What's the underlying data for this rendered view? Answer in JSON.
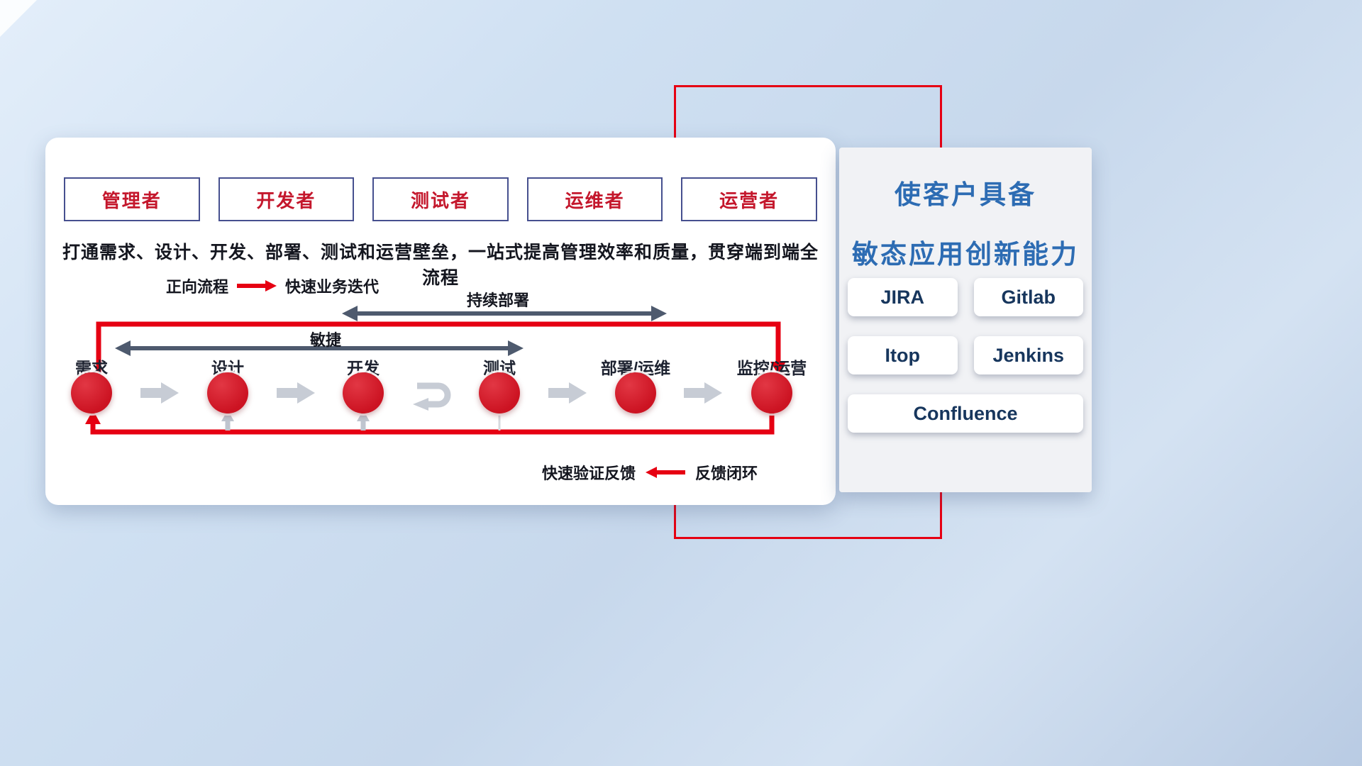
{
  "colors": {
    "accent_red": "#e60012",
    "node_red": "#cc1322",
    "title_blue": "#2d6cb3",
    "tool_navy": "#17365d",
    "dark_arrow": "#4e5a6e",
    "gray_arrow": "#c7ccd5"
  },
  "roles": [
    {
      "label": "管理者"
    },
    {
      "label": "开发者"
    },
    {
      "label": "测试者"
    },
    {
      "label": "运维者"
    },
    {
      "label": "运营者"
    }
  ],
  "description": "打通需求、设计、开发、部署、测试和运营壁垒，一站式提高管理效率和质量，贯穿端到端全流程",
  "legend_forward": {
    "label": "正向流程",
    "value": "快速业务迭代"
  },
  "legend_feedback": {
    "label": "快速验证反馈",
    "value": "反馈闭环"
  },
  "flow": {
    "stages": [
      {
        "label": "需求"
      },
      {
        "label": "设计"
      },
      {
        "label": "开发"
      },
      {
        "label": "测试"
      },
      {
        "label": "部署/运维"
      },
      {
        "label": "监控/运营"
      }
    ],
    "agile_label": "敏捷",
    "continuous_deploy_label": "持续部署"
  },
  "right_panel": {
    "title_line1": "使客户具备",
    "title_line2": "敏态应用创新能力",
    "tools": [
      {
        "label": "JIRA"
      },
      {
        "label": "Gitlab"
      },
      {
        "label": "Itop"
      },
      {
        "label": "Jenkins"
      },
      {
        "label": "Confluence"
      }
    ]
  }
}
